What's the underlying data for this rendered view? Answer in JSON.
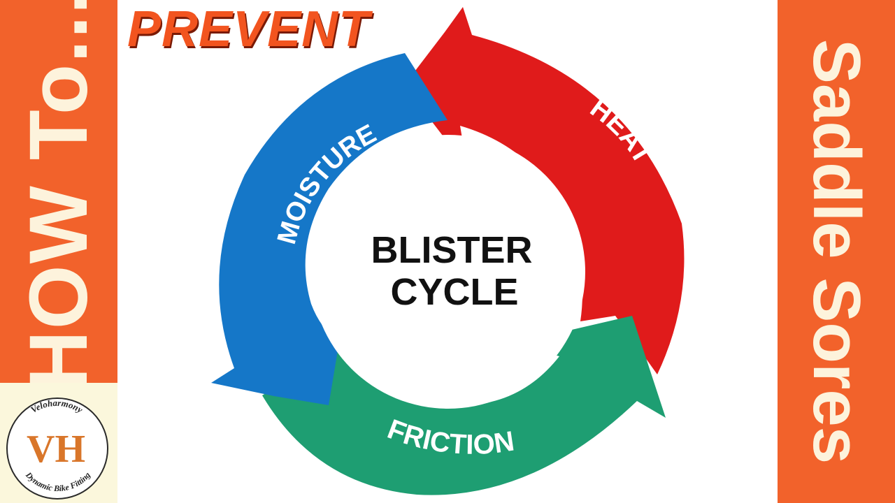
{
  "header": {
    "how_to": "HOW To...",
    "prevent": "PREVENT",
    "topic": "Saddle Sores"
  },
  "logo": {
    "brand_top": "Veloharmony",
    "monogram": "VH",
    "brand_bottom": "Dynamic Bike Fitting"
  },
  "diagram": {
    "center_line1": "BLISTER",
    "center_line2": "CYCLE",
    "segments": [
      {
        "label": "HEAT",
        "color": "#e01b1b"
      },
      {
        "label": "FRICTION",
        "color": "#1e9e72"
      },
      {
        "label": "MOISTURE",
        "color": "#1577c8"
      }
    ]
  },
  "colors": {
    "banner": "#f2622b",
    "banner_text": "#fdf3dc",
    "prevent": "#f2541f"
  }
}
